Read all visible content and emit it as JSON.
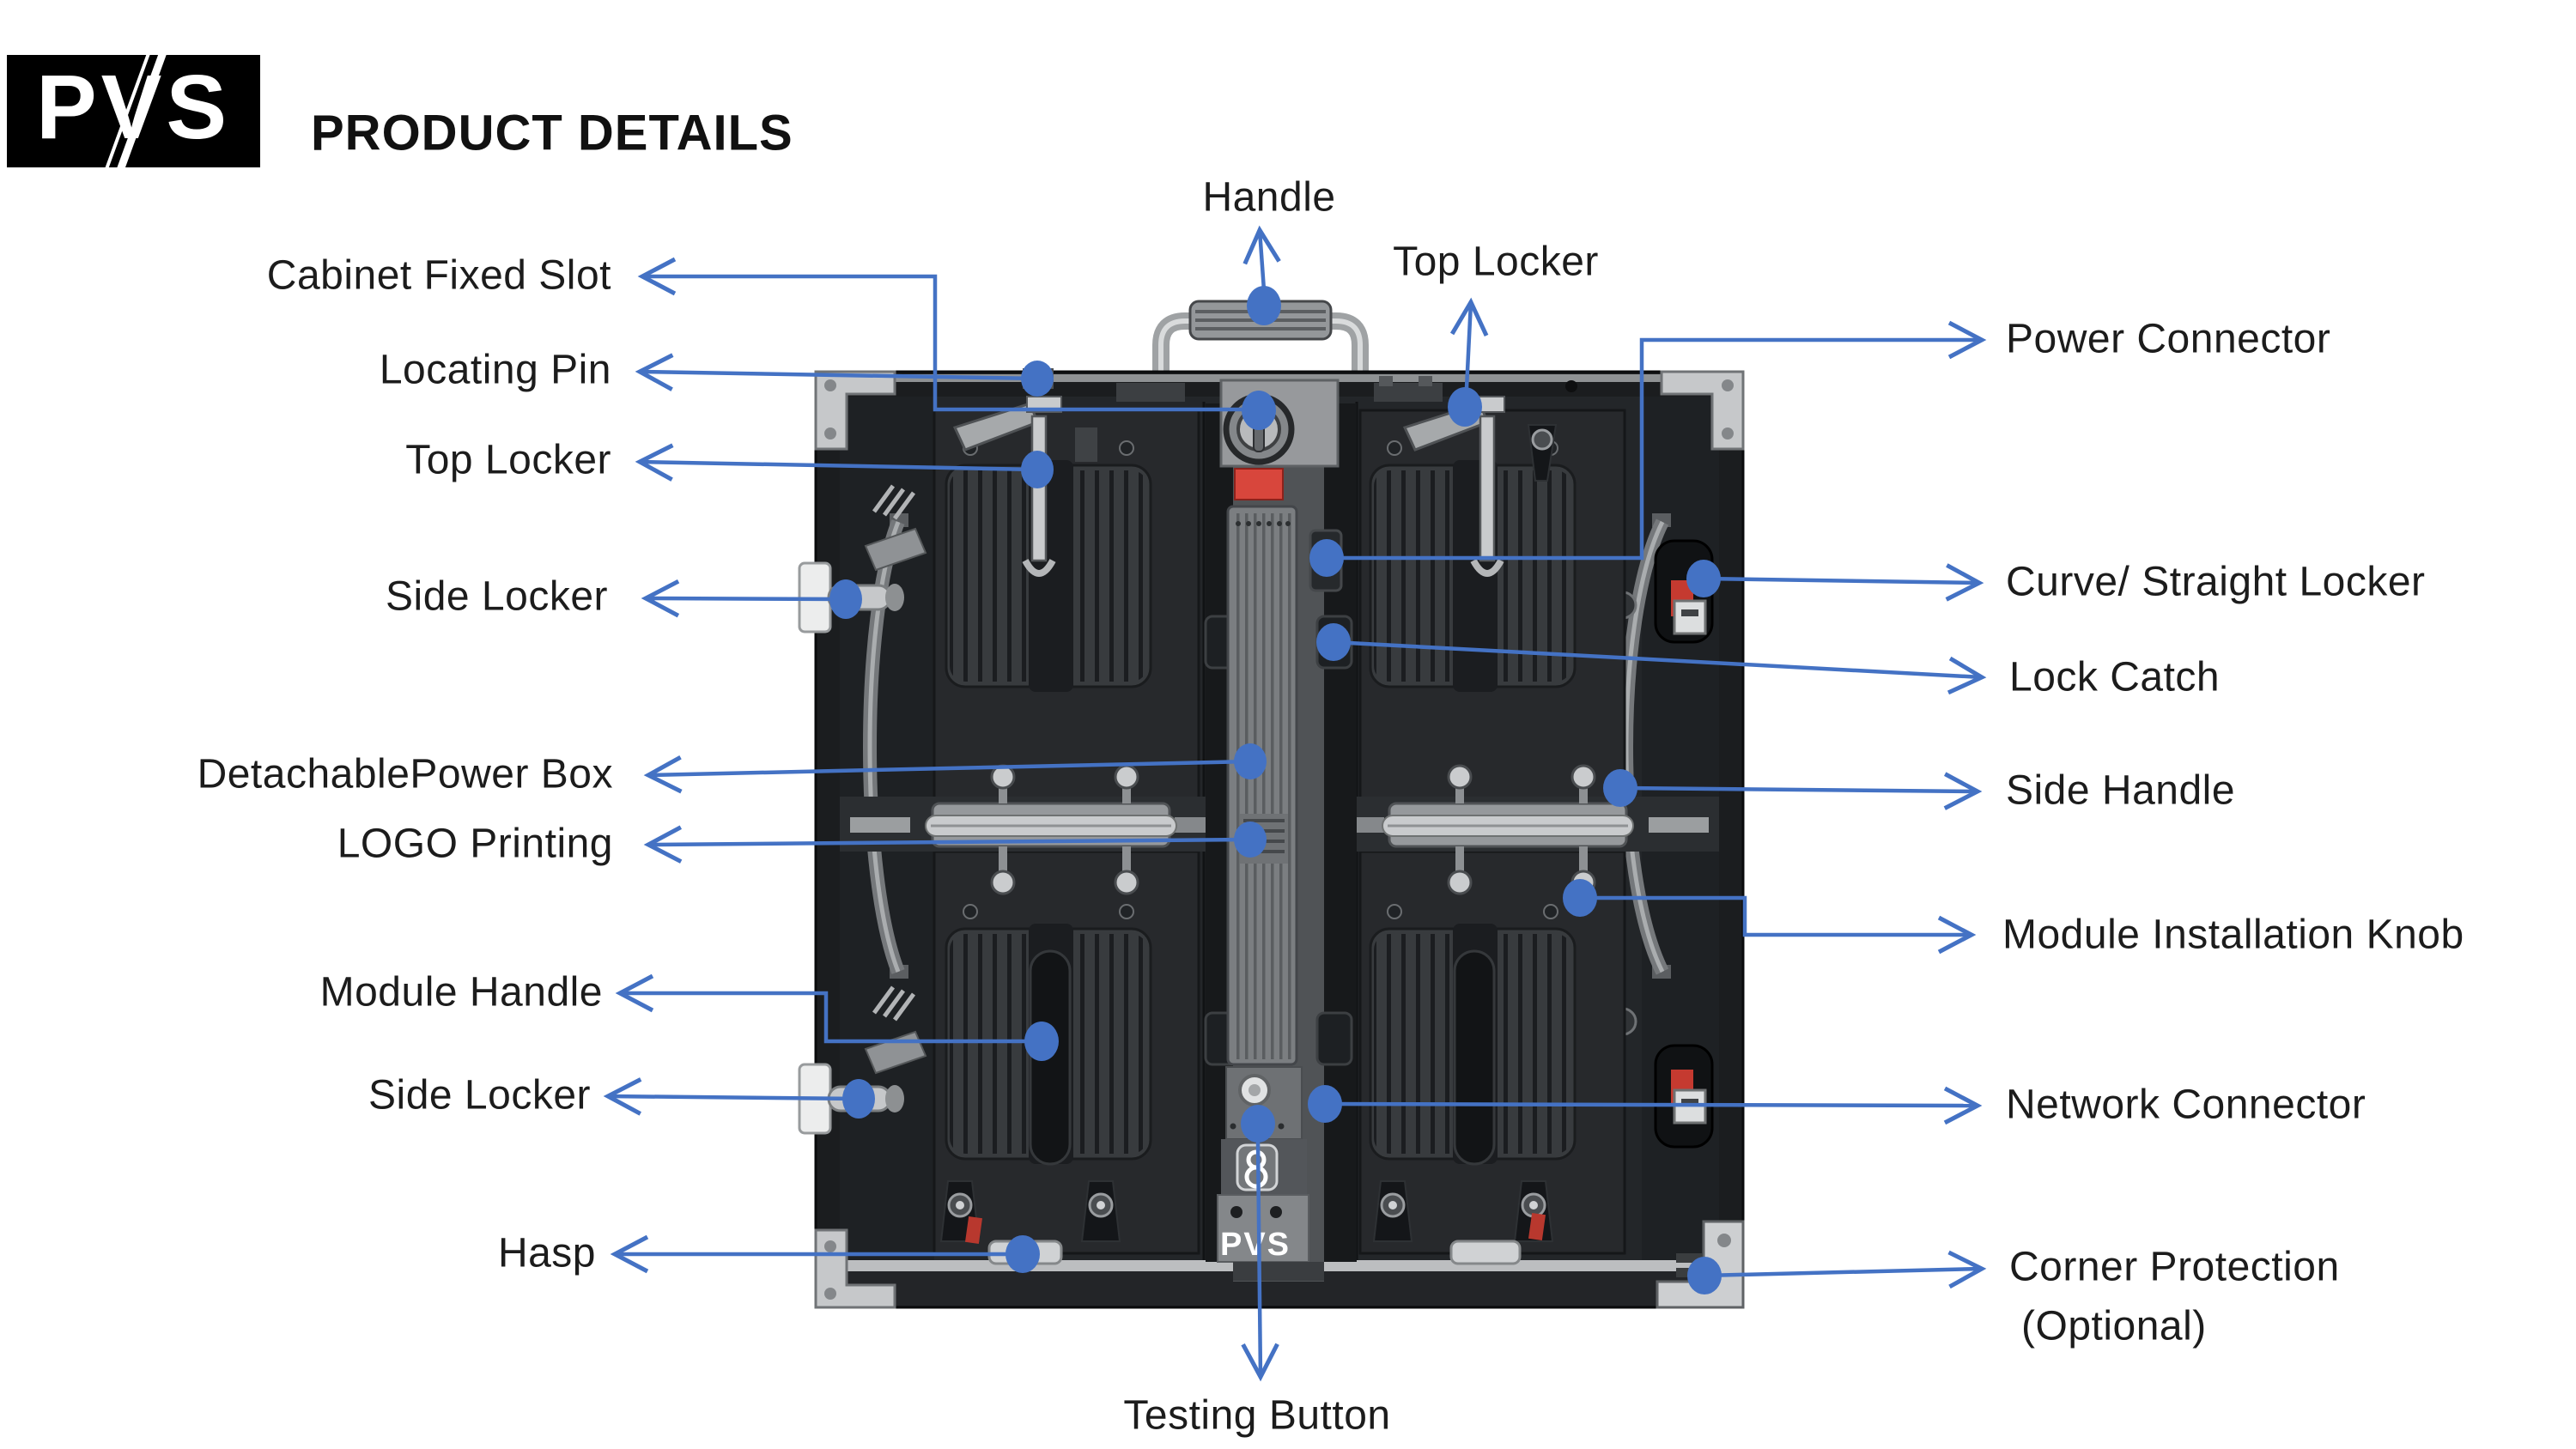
{
  "header": {
    "logo_text": "PVS",
    "title": "PRODUCT DETAILS"
  },
  "colors": {
    "accent_blue": "#4472C4",
    "alert_red": "#D8463C",
    "cabinet_dark": "#1B1D1F"
  },
  "cabinet": {
    "strip_logo": "PVS",
    "strip_icon": "daisy-chain-icon"
  },
  "annotations": {
    "handle": {
      "label": "Handle"
    },
    "top_locker_top": {
      "label": "Top Locker"
    },
    "cabinet_fixed_slot": {
      "label": "Cabinet Fixed Slot"
    },
    "locating_pin": {
      "label": "Locating Pin"
    },
    "top_locker_left": {
      "label": "Top Locker"
    },
    "side_locker_upper": {
      "label": "Side Locker"
    },
    "detachable_power_box": {
      "label": "DetachablePower Box"
    },
    "logo_printing": {
      "label": "LOGO Printing"
    },
    "module_handle": {
      "label": "Module Handle"
    },
    "side_locker_lower": {
      "label": "Side Locker"
    },
    "hasp": {
      "label": "Hasp"
    },
    "power_connector": {
      "label": "Power Connector"
    },
    "curve_straight_locker": {
      "label": "Curve/ Straight Locker"
    },
    "lock_catch": {
      "label": "Lock Catch"
    },
    "side_handle": {
      "label": "Side Handle"
    },
    "module_installation_knob": {
      "label": "Module Installation Knob"
    },
    "network_connector": {
      "label": "Network Connector"
    },
    "corner_protection": {
      "label": "Corner Protection",
      "label2": "(Optional)"
    },
    "testing_button": {
      "label": "Testing Button"
    }
  }
}
